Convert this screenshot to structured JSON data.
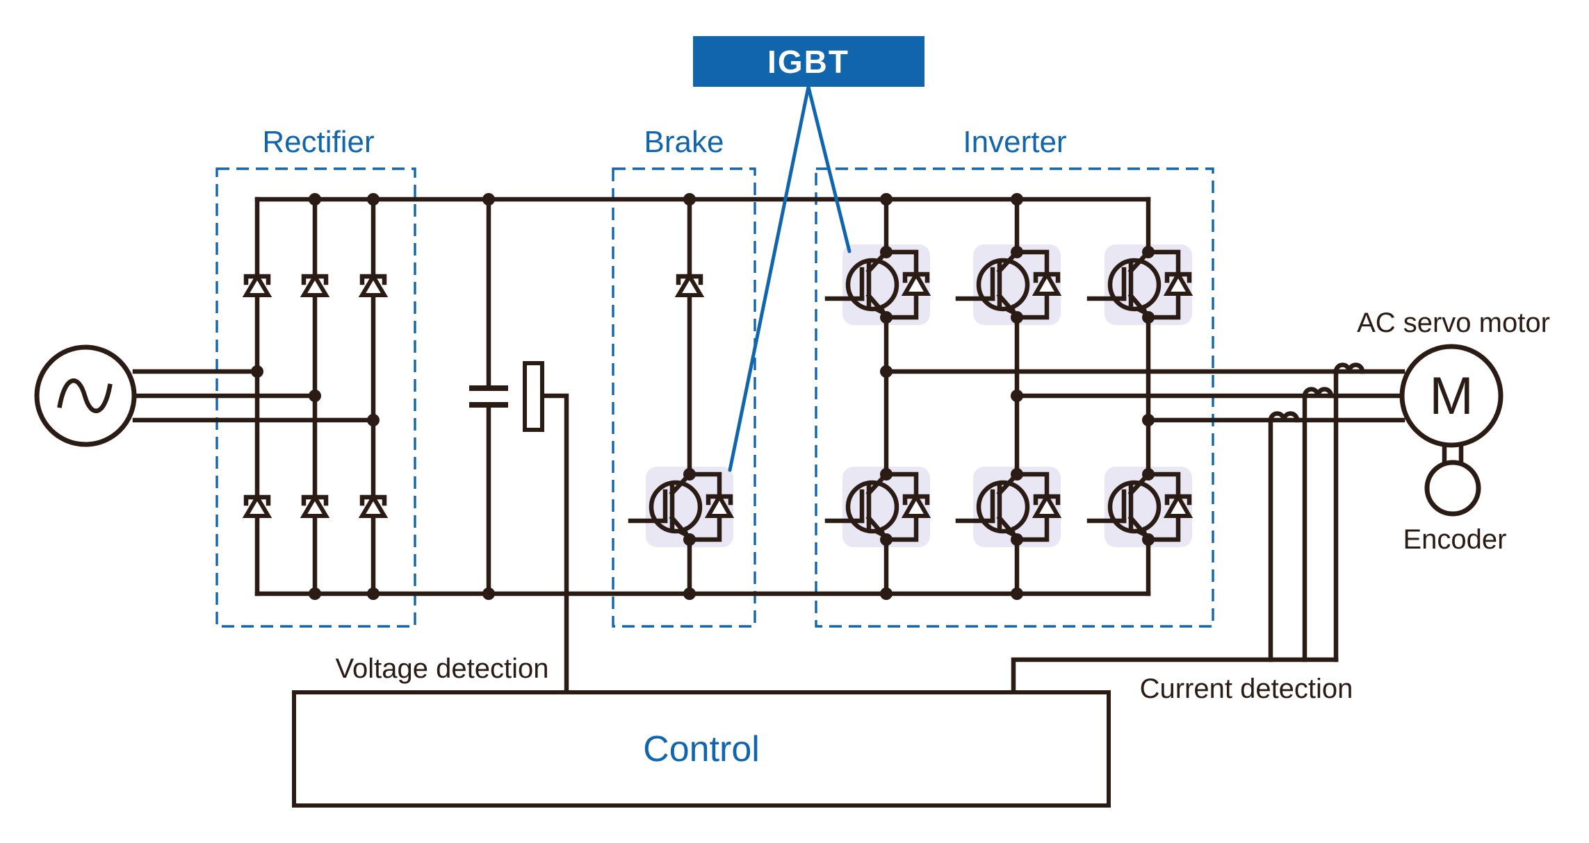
{
  "diagram": {
    "igbt_callout": {
      "label": "IGBT"
    },
    "sections": {
      "rectifier": "Rectifier",
      "brake": "Brake",
      "inverter": "Inverter"
    },
    "labels": {
      "ac_servo_motor": "AC servo motor",
      "motor_symbol": "M",
      "encoder": "Encoder",
      "voltage_detection": "Voltage detection",
      "current_detection": "Current detection",
      "control": "Control"
    },
    "colors": {
      "accent_blue": "#1065ad",
      "wire_dark": "#2a1b14",
      "igbt_highlight": "#e8e7f3"
    }
  }
}
